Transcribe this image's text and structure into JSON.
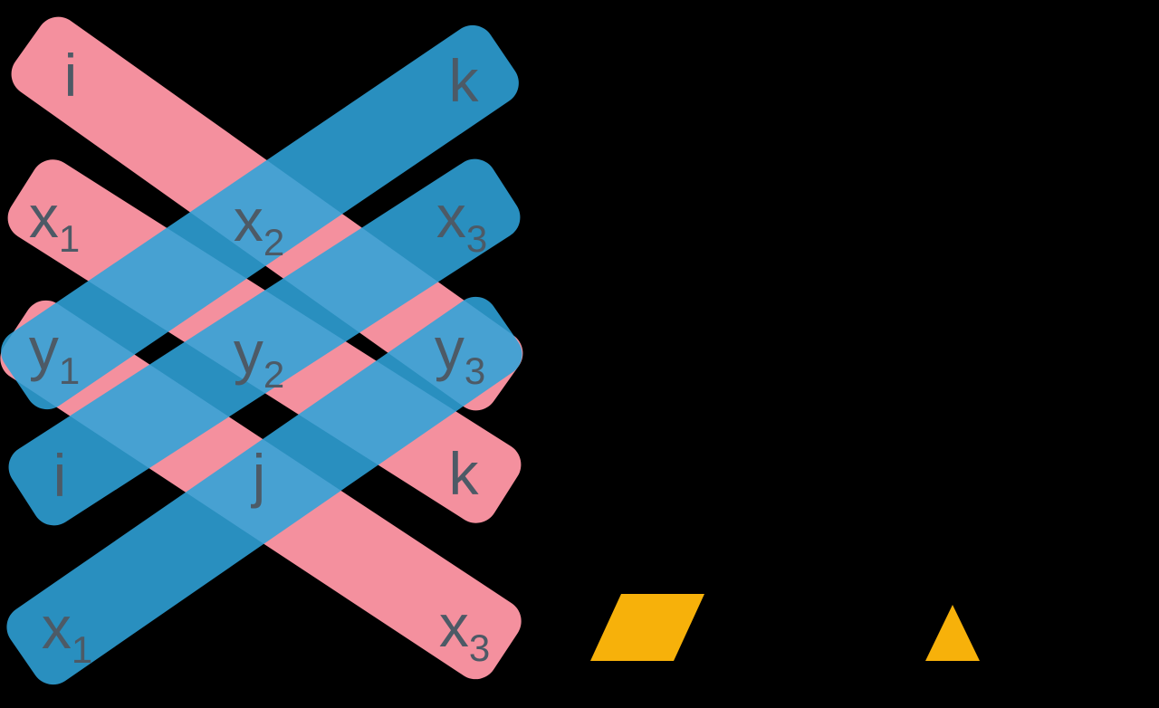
{
  "scene": {
    "background": "#000000",
    "description": "Rule of Sarrus weave diagram for the cross product determinant, with yellow parallelogram and triangle figures"
  },
  "colors": {
    "pink": "#f4909e",
    "blue": "#2fa3d9",
    "label": "#4d5a66",
    "yellow": "#f7b10a"
  },
  "labels": [
    {
      "base": "i",
      "sub": ""
    },
    {
      "base": "k",
      "sub": ""
    },
    {
      "base": "x",
      "sub": "1"
    },
    {
      "base": "x",
      "sub": "2"
    },
    {
      "base": "x",
      "sub": "3"
    },
    {
      "base": "y",
      "sub": "1"
    },
    {
      "base": "y",
      "sub": "2"
    },
    {
      "base": "y",
      "sub": "3"
    },
    {
      "base": "i",
      "sub": ""
    },
    {
      "base": "j",
      "sub": ""
    },
    {
      "base": "k",
      "sub": ""
    },
    {
      "base": "x",
      "sub": "1"
    },
    {
      "base": "x",
      "sub": "3"
    }
  ],
  "figures": {
    "left": "parallelogram",
    "right": "triangle"
  }
}
